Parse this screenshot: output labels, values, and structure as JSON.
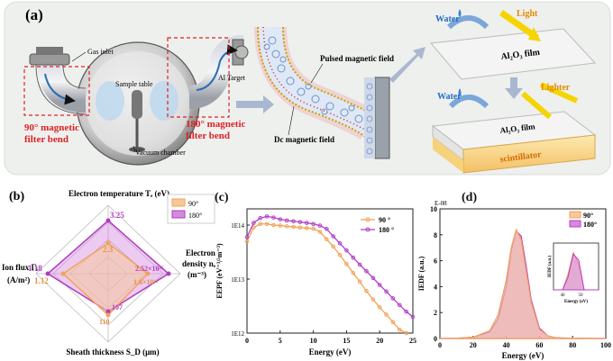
{
  "panel_a": {
    "label": "(a)",
    "gas_inlet": "Gas inlet",
    "sample_table": "Sample table",
    "al_target": "Al Target",
    "vacuum_chamber": "Vacuum chamber",
    "bend90": [
      "90° magnetic",
      "filter bend"
    ],
    "bend180": [
      "180° magnetic",
      "filter bend"
    ],
    "pulsed_field": "Pulsed magnetic field",
    "dc_field": "Dc magnetic field",
    "water1": "Water",
    "light1": "Light",
    "film1": "Al₂O₃ film",
    "water2": "Water",
    "light2": "Lighter",
    "film2": "Al₂O₃ film",
    "scintillator": "scintillator"
  },
  "panel_b": {
    "label": "(b)",
    "top_axis": "Electron temperature Tₑ (eV)",
    "right_axis": [
      "Electron",
      "density nₑ",
      "(m⁻³)"
    ],
    "bottom_axis": "Sheath thickness S_D (μm)",
    "left_axis": [
      "Ion flux Γᵢ",
      "(A/m²)"
    ],
    "legend": [
      "90°",
      "180°"
    ],
    "values_90": {
      "te": "2.3",
      "ne": "1.6×10¹⁵",
      "sd": "110",
      "flux": "1.12"
    },
    "values_180": {
      "te": "3.25",
      "ne": "2.52×10¹⁵",
      "sd": "107",
      "flux": "1.18"
    },
    "colors": {
      "s90": "#f0a35a",
      "s180": "#c03cc8"
    }
  },
  "chart_data": [
    {
      "type": "line",
      "panel": "(c)",
      "xlabel": "Energy (eV)",
      "ylabel": "EEPF (eV⁻³/²m⁻³)",
      "xlim": [
        0,
        25
      ],
      "yscale": "log",
      "ylim": [
        1000000000000.0,
        200000000000000.0
      ],
      "yticks": [
        "1E12",
        "1E13",
        "1E14"
      ],
      "xticks": [
        "0",
        "5",
        "10",
        "15",
        "20",
        "25"
      ],
      "series": [
        {
          "name": "90 °",
          "color": "#f0a35a",
          "x": [
            0,
            1,
            2,
            3,
            4,
            5,
            6,
            7,
            8,
            9,
            10,
            11,
            12,
            13,
            14,
            15,
            16,
            17,
            18,
            19,
            20,
            21,
            22,
            23,
            24
          ],
          "y": [
            50000000000000.0,
            90000000000000.0,
            105000000000000.0,
            105000000000000.0,
            100000000000000.0,
            98000000000000.0,
            95000000000000.0,
            93000000000000.0,
            90000000000000.0,
            88000000000000.0,
            86000000000000.0,
            75000000000000.0,
            55000000000000.0,
            40000000000000.0,
            28000000000000.0,
            19000000000000.0,
            13000000000000.0,
            9000000000000.0,
            6000000000000.0,
            4200000000000.0,
            3000000000000.0,
            2200000000000.0,
            1600000000000.0,
            1150000000000.0,
            1000000000000.0
          ]
        },
        {
          "name": "180 °",
          "color": "#b23fc8",
          "x": [
            0,
            1,
            2,
            3,
            4,
            5,
            6,
            7,
            8,
            9,
            10,
            11,
            12,
            13,
            14,
            15,
            16,
            17,
            18,
            19,
            20,
            21,
            22,
            23,
            24,
            25
          ],
          "y": [
            60000000000000.0,
            110000000000000.0,
            135000000000000.0,
            145000000000000.0,
            138000000000000.0,
            128000000000000.0,
            122000000000000.0,
            118000000000000.0,
            114000000000000.0,
            110000000000000.0,
            105000000000000.0,
            98000000000000.0,
            85000000000000.0,
            62000000000000.0,
            46000000000000.0,
            34000000000000.0,
            25000000000000.0,
            18500000000000.0,
            14000000000000.0,
            10500000000000.0,
            7800000000000.0,
            5900000000000.0,
            4400000000000.0,
            3300000000000.0,
            2500000000000.0,
            2000000000000.0
          ]
        }
      ]
    },
    {
      "type": "area",
      "panel": "(d)",
      "xlabel": "Energy (eV)",
      "ylabel": "IEDF (a.u.)",
      "multiplier": "E-08",
      "xlim": [
        0,
        100
      ],
      "ylim": [
        0,
        10
      ],
      "xticks": [
        "0",
        "20",
        "40",
        "60",
        "80",
        "100"
      ],
      "yticks": [
        "0",
        "2",
        "4",
        "6",
        "8",
        "10"
      ],
      "inset_ylabel": "IEDF (a.u.)",
      "inset_xlabel": "Energy (eV)",
      "inset_xticks": [
        "40",
        "50"
      ],
      "series": [
        {
          "name": "90°",
          "color": "#f0a35a",
          "x": [
            0,
            10,
            20,
            30,
            35,
            40,
            43,
            46,
            49,
            52,
            55,
            60,
            65,
            70,
            80,
            90,
            100
          ],
          "y": [
            0,
            0.02,
            0.1,
            0.6,
            1.8,
            4.5,
            7.0,
            8.4,
            7.6,
            5.2,
            2.8,
            0.7,
            0.2,
            0.05,
            0.02,
            0.01,
            0
          ]
        },
        {
          "name": "180°",
          "color": "#c03cc8",
          "x": [
            0,
            10,
            20,
            30,
            35,
            40,
            43,
            46,
            49,
            52,
            55,
            60,
            65,
            70,
            80,
            90,
            100
          ],
          "y": [
            0,
            0.02,
            0.1,
            0.5,
            1.5,
            4.0,
            6.8,
            8.3,
            7.9,
            5.6,
            3.0,
            0.8,
            0.2,
            0.05,
            0.02,
            0.01,
            0
          ]
        }
      ]
    }
  ]
}
